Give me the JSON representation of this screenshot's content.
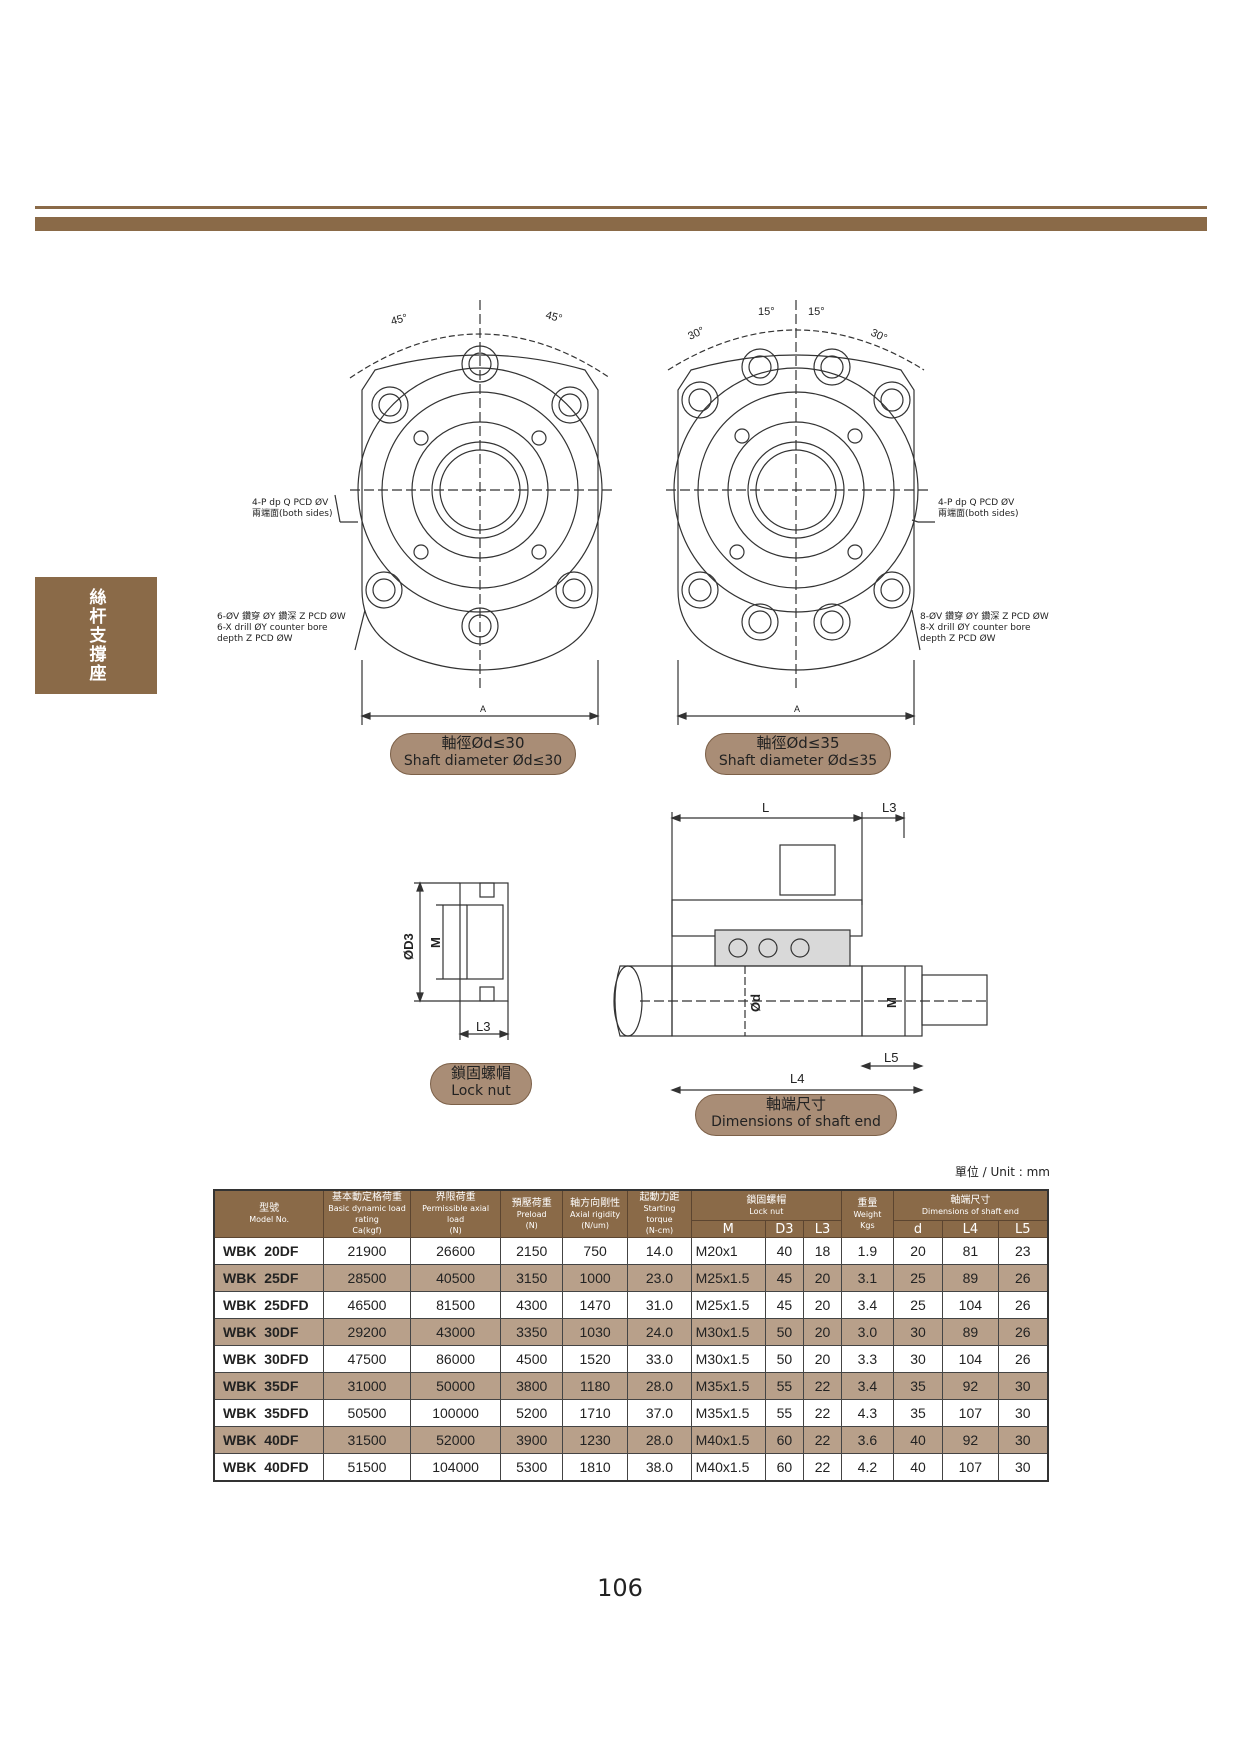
{
  "sidebar": {
    "label": "絲杆支撐座"
  },
  "figures": {
    "flange30": {
      "angle_left": "45°",
      "angle_right": "45°",
      "note_holes": "4-P dp Q PCD ØV\n兩端面(both sides)",
      "note_bore": "6-ØV 鑽穿 ØY 鑽深 Z PCD ØW\n6-X drill ØY counter bore\ndepth Z PCD ØW",
      "dim_a": "A",
      "caption_zh": "軸徑Ød≤30",
      "caption_en": "Shaft diameter Ød≤30"
    },
    "flange35": {
      "angle_15a": "15°",
      "angle_15b": "15°",
      "angle_30a": "30°",
      "angle_30b": "30°",
      "note_holes": "4-P dp Q PCD ØV\n兩端面(both sides)",
      "note_bore": "8-ØV 鑽穿 ØY 鑽深 Z PCD ØW\n8-X drill ØY counter bore\ndepth Z PCD ØW",
      "dim_a": "A",
      "caption_zh": "軸徑Ød≤35",
      "caption_en": "Shaft diameter Ød≤35"
    },
    "locknut": {
      "dim_d3": "ØD3",
      "dim_m": "M",
      "dim_l3": "L3",
      "caption_zh": "鎖固螺帽",
      "caption_en": "Lock nut"
    },
    "shaft_end": {
      "dim_l": "L",
      "dim_l3": "L3",
      "dim_d": "Ød",
      "dim_m": "M",
      "dim_l5": "L5",
      "dim_l4": "L4",
      "caption_zh": "軸端尺寸",
      "caption_en": "Dimensions of shaft end"
    }
  },
  "unit_label": "單位 / Unit : mm",
  "table": {
    "headers": [
      {
        "zh": "型號",
        "en": "Model No."
      },
      {
        "zh": "基本動定格荷重",
        "en": "Basic dynamic load rating",
        "unit": "Ca(kgf)"
      },
      {
        "zh": "界限荷重",
        "en": "Permissible axial load",
        "unit": "(N)"
      },
      {
        "zh": "預壓荷重",
        "en": "Preload",
        "unit": "(N)"
      },
      {
        "zh": "軸方向剛性",
        "en": "Axial rigidity",
        "unit": "(N/um)"
      },
      {
        "zh": "起動力距",
        "en": "Starting torque",
        "unit": "(N-cm)"
      },
      {
        "zh": "鎖固螺帽",
        "en": "Lock nut"
      },
      {
        "zh": "重量",
        "en": "Weight",
        "unit": "Kgs"
      },
      {
        "zh": "軸端尺寸",
        "en": "Dimensions of shaft end"
      }
    ],
    "sub_headers": [
      "M",
      "D3",
      "L3",
      "d",
      "L4",
      "L5"
    ],
    "rows": [
      [
        "WBK  20DF",
        "21900",
        "26600",
        "2150",
        "750",
        "14.0",
        "M20x1",
        "40",
        "18",
        "1.9",
        "20",
        "81",
        "23"
      ],
      [
        "WBK  25DF",
        "28500",
        "40500",
        "3150",
        "1000",
        "23.0",
        "M25x1.5",
        "45",
        "20",
        "3.1",
        "25",
        "89",
        "26"
      ],
      [
        "WBK  25DFD",
        "46500",
        "81500",
        "4300",
        "1470",
        "31.0",
        "M25x1.5",
        "45",
        "20",
        "3.4",
        "25",
        "104",
        "26"
      ],
      [
        "WBK  30DF",
        "29200",
        "43000",
        "3350",
        "1030",
        "24.0",
        "M30x1.5",
        "50",
        "20",
        "3.0",
        "30",
        "89",
        "26"
      ],
      [
        "WBK  30DFD",
        "47500",
        "86000",
        "4500",
        "1520",
        "33.0",
        "M30x1.5",
        "50",
        "20",
        "3.3",
        "30",
        "104",
        "26"
      ],
      [
        "WBK  35DF",
        "31000",
        "50000",
        "3800",
        "1180",
        "28.0",
        "M35x1.5",
        "55",
        "22",
        "3.4",
        "35",
        "92",
        "30"
      ],
      [
        "WBK  35DFD",
        "50500",
        "100000",
        "5200",
        "1710",
        "37.0",
        "M35x1.5",
        "55",
        "22",
        "4.3",
        "35",
        "107",
        "30"
      ],
      [
        "WBK  40DF",
        "31500",
        "52000",
        "3900",
        "1230",
        "28.0",
        "M40x1.5",
        "60",
        "22",
        "3.6",
        "40",
        "92",
        "30"
      ],
      [
        "WBK  40DFD",
        "51500",
        "104000",
        "5300",
        "1810",
        "38.0",
        "M40x1.5",
        "60",
        "22",
        "4.2",
        "40",
        "107",
        "30"
      ]
    ]
  },
  "page_number": "106",
  "colors": {
    "brand": "#8a6a48",
    "row_alt": "#b8a08a",
    "pill": "#a98d76"
  }
}
